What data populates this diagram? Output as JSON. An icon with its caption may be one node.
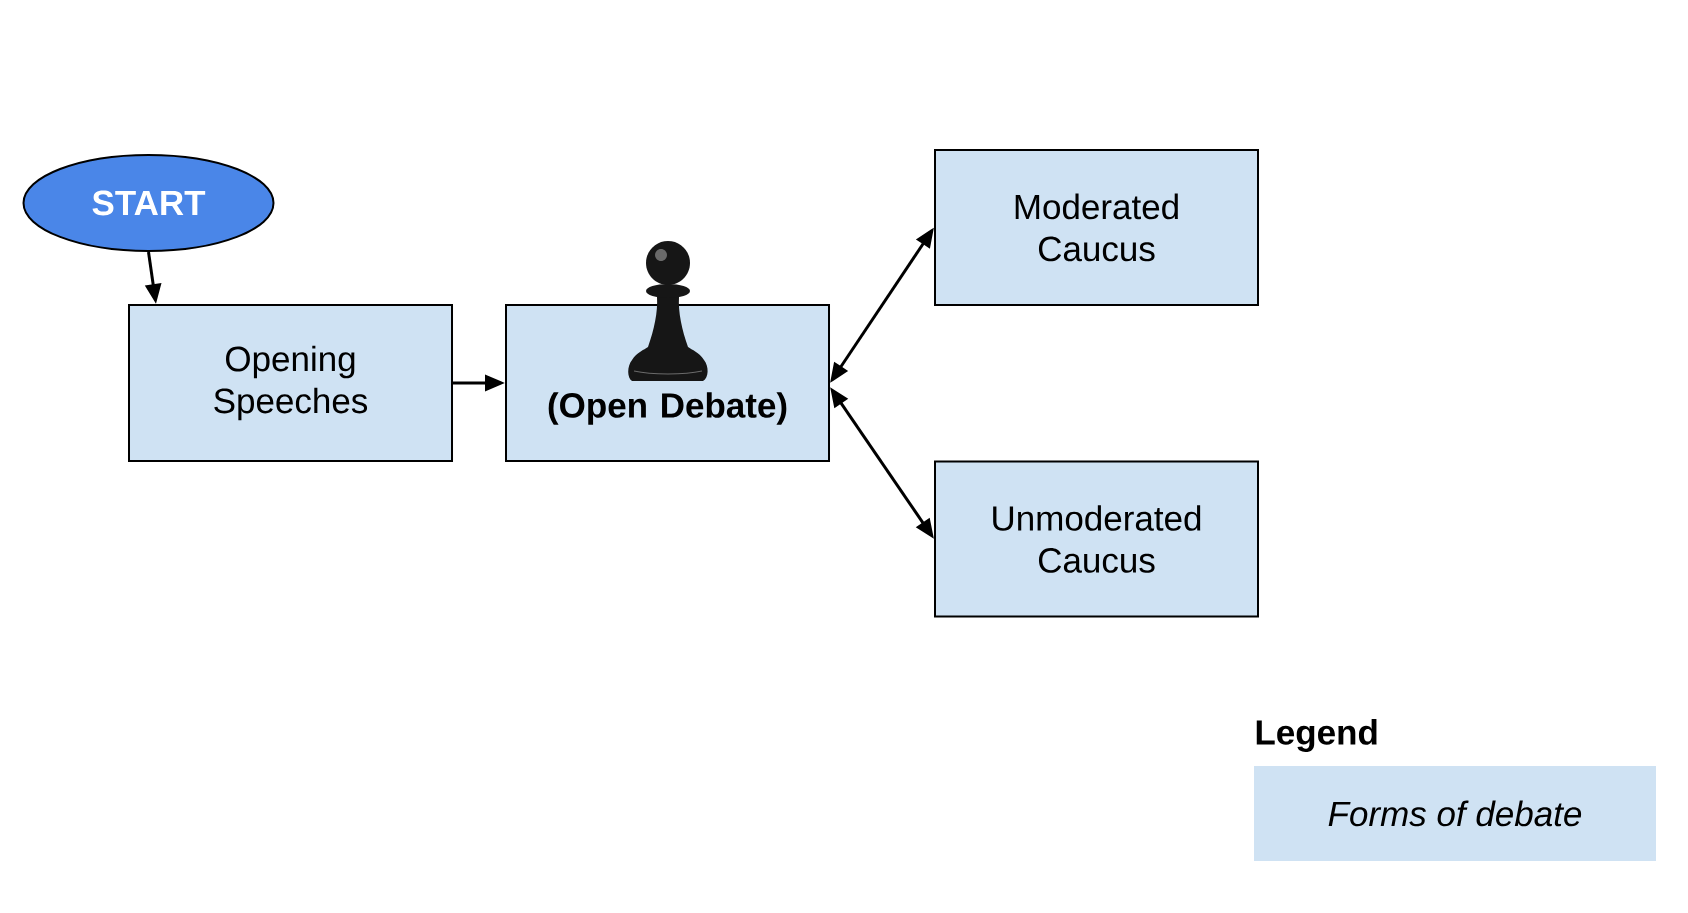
{
  "diagram": {
    "nodes": [
      {
        "text": [
          "START"
        ]
      },
      {
        "text": [
          "Opening Speeches"
        ]
      },
      {
        "text": [
          "(Open Debate)"
        ]
      },
      {
        "text": [
          "Moderated Caucus"
        ]
      },
      {
        "text": [
          "Unmoderated Caucus"
        ]
      }
    ],
    "edges": [
      {
        "from": 0,
        "to": 1,
        "arrow": "to"
      },
      {
        "from": 1,
        "to": 2,
        "arrow": "to"
      },
      {
        "from": 2,
        "to": 3,
        "arrow": "both"
      },
      {
        "from": 2,
        "to": 4,
        "arrow": "both"
      }
    ],
    "labels": [
      "Legend"
    ],
    "legend": [
      {
        "text": "Forms of debate",
        "color": "#cfe2f3"
      }
    ]
  }
}
